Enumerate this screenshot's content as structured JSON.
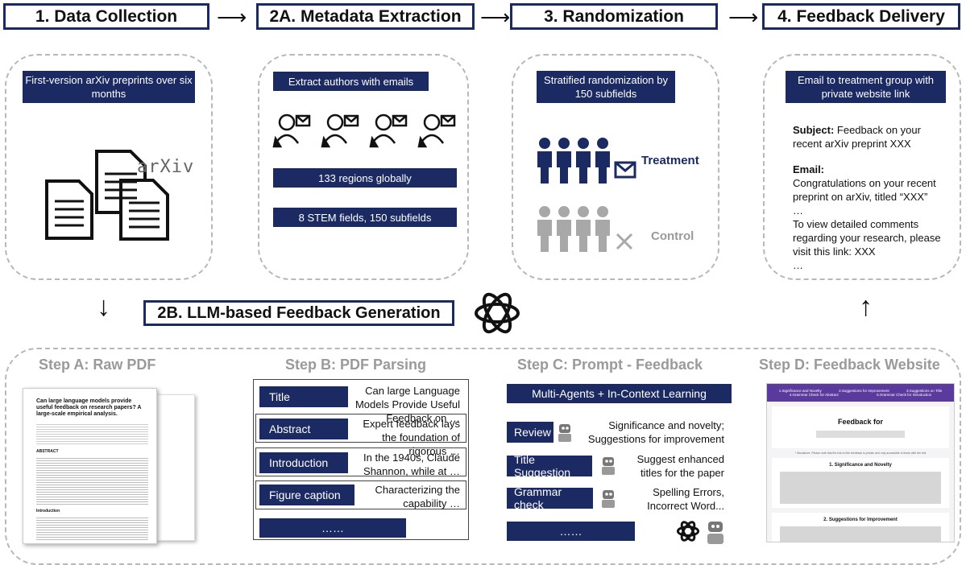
{
  "headers": {
    "step1": "1. Data Collection",
    "step2a": "2A. Metadata Extraction",
    "step3": "3. Randomization",
    "step4": "4. Feedback Delivery",
    "step2b": "2B. LLM-based Feedback Generation"
  },
  "collection": {
    "box": "First-version arXiv preprints over six months",
    "arxiv_logo": "arXiv"
  },
  "extraction": {
    "box": "Extract authors with emails",
    "regions": "133 regions globally",
    "fields": "8 STEM fields, 150 subfields"
  },
  "randomization": {
    "box": "Stratified randomization by 150 subfields",
    "treatment": "Treatment",
    "control": "Control"
  },
  "delivery": {
    "box": "Email to treatment group with private website link",
    "subject_label": "Subject:",
    "subject_text": " Feedback on your recent arXiv preprint XXX",
    "email_label": "Email:",
    "line1": "Congratulations on your recent preprint on arXiv, titled “XXX”",
    "ellipsis1": "…",
    "line2": "To view detailed comments regarding your research, please visit this link: XXX",
    "ellipsis2": "…"
  },
  "steps": {
    "a": "Step A: Raw PDF",
    "b": "Step B: PDF Parsing",
    "c": "Step C: Prompt - Feedback",
    "d": "Step D: Feedback Website"
  },
  "raw_pdf": {
    "title": "Can large language models provide useful feedback on research papers? A large-scale empirical analysis.",
    "abstract_heading": "ABSTRACT",
    "intro_heading": "Introduction"
  },
  "parsing": {
    "rows": [
      {
        "label": "Title",
        "value": "Can large Language Models Provide Useful Feedback on …"
      },
      {
        "label": "Abstract",
        "value": "Expert feedback lays the foundation of rigorous …"
      },
      {
        "label": "Introduction",
        "value": "In the 1940s, Claude Shannon, while at …"
      },
      {
        "label": "Figure caption",
        "value": "Characterizing the capability …"
      }
    ],
    "more": "……"
  },
  "prompt": {
    "header": "Multi-Agents + In-Context Learning",
    "rows": [
      {
        "label": "Review",
        "value": "Significance and novelty; Suggestions for improvement"
      },
      {
        "label": "Title Suggestion",
        "value": "Suggest enhanced titles for the paper"
      },
      {
        "label": "Grammar check",
        "value": "Spelling Errors, Incorrect Word..."
      }
    ],
    "more": "……"
  },
  "website": {
    "tabs": [
      "1.Significance and Novelty",
      "2.Suggestions for Improvement",
      "3.Suggestions on Title",
      "4.Grammar Check for Abstract",
      "5.Grammar Check for Introduction"
    ],
    "heading": "Feedback for",
    "disclaimer": "* Disclaimer: Please note that the link to this feedback is private and only accessible to those with the link",
    "section1": "1. Significance and Novelty",
    "section2": "2. Suggestions for Improvement"
  },
  "colors": {
    "navy": "#1b2a63",
    "gray": "#9a9a9a",
    "purple": "#5b3a9e"
  }
}
